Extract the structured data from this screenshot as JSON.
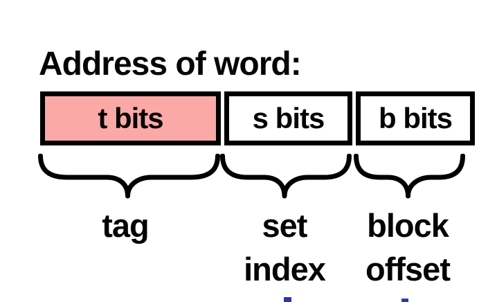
{
  "title": "Address of word:",
  "address_bar": {
    "fields": [
      {
        "label": "t bits",
        "fill": "#fba9a6",
        "meaning": "tag"
      },
      {
        "label": "s bits",
        "fill": "#ffffff",
        "meaning": "set index"
      },
      {
        "label": "b bits",
        "fill": "#ffffff",
        "meaning": "block offset"
      }
    ]
  },
  "annotations": {
    "tag_label": "tag",
    "set_index": {
      "line1": "set",
      "line2": "index"
    },
    "block_offset": {
      "line1": "block",
      "line2": "offset"
    }
  },
  "colors": {
    "background": "#ffffff",
    "text_and_borders": "#000000",
    "tag_field_fill": "#fba9a6",
    "clipped_blue_fragments": "#3136a4"
  }
}
